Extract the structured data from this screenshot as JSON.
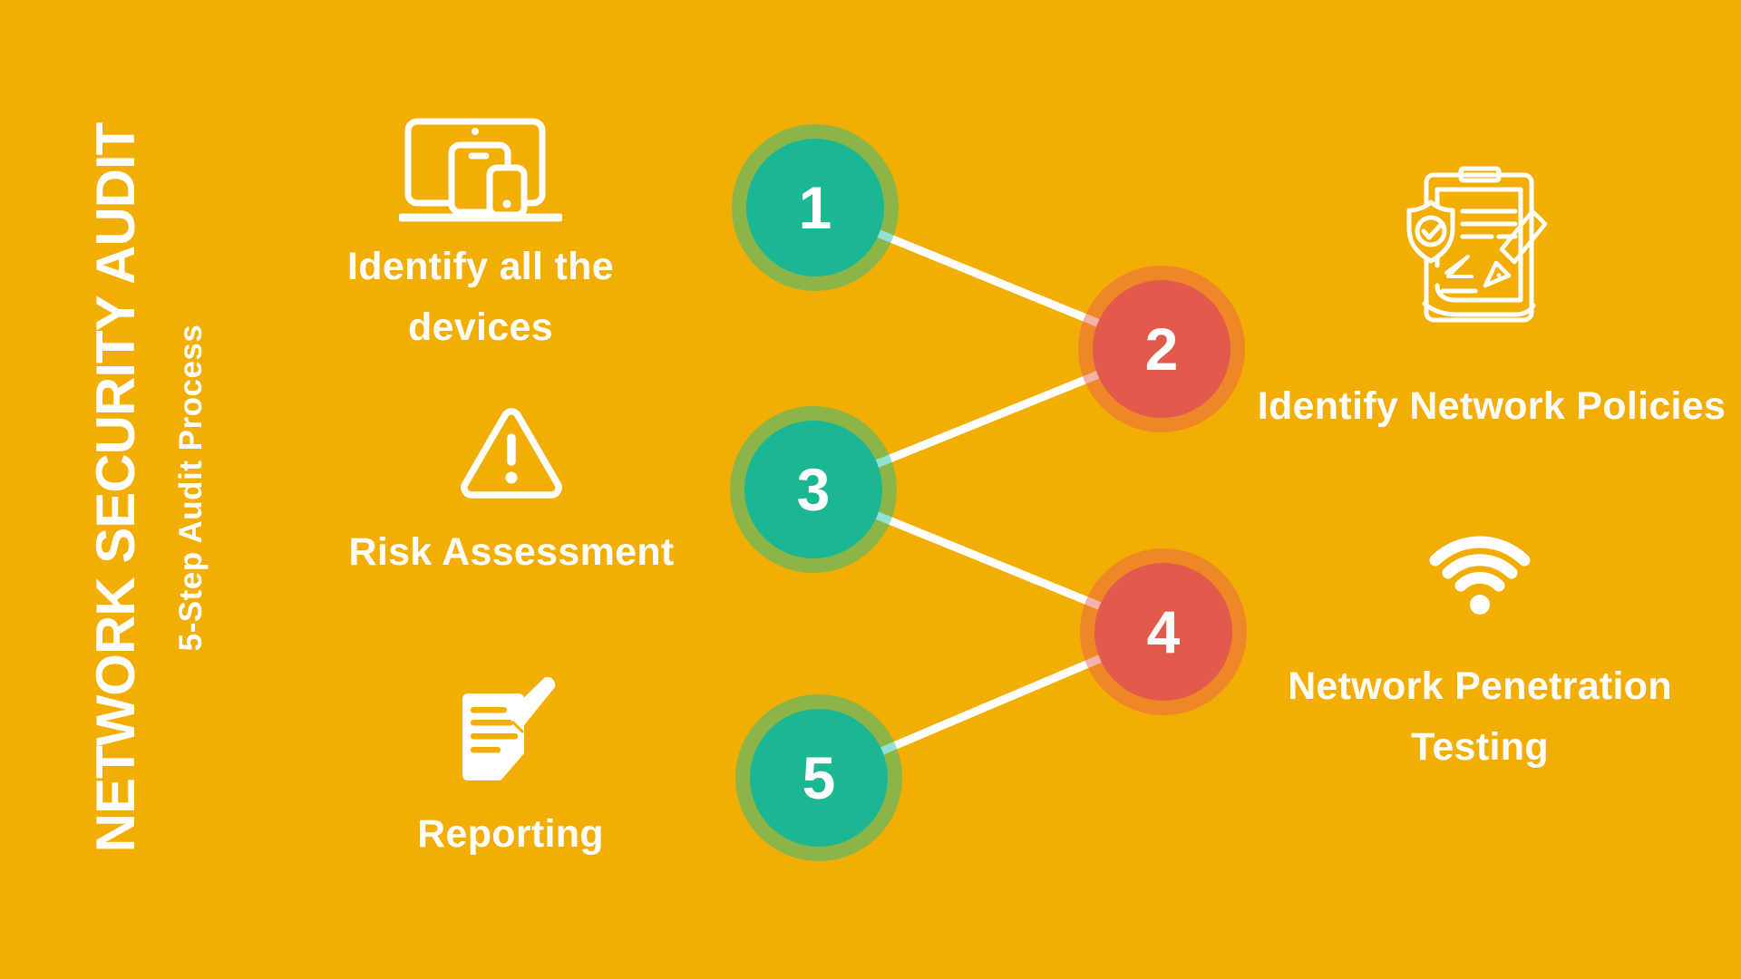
{
  "title": "NETWORK SECURITY AUDIT",
  "subtitle": "5-Step Audit Process",
  "steps": [
    {
      "number": "1",
      "label": "Identify all the devices",
      "icon": "devices-icon",
      "color_role": "teal"
    },
    {
      "number": "2",
      "label": "Identify Network Policies",
      "icon": "policy-document-icon",
      "color_role": "coral"
    },
    {
      "number": "3",
      "label": "Risk Assessment",
      "icon": "warning-triangle-icon",
      "color_role": "teal"
    },
    {
      "number": "4",
      "label": "Network Penetration Testing",
      "icon": "wifi-icon",
      "color_role": "coral"
    },
    {
      "number": "5",
      "label": "Reporting",
      "icon": "report-writing-icon",
      "color_role": "teal"
    }
  ],
  "colors": {
    "background": "#F2AE04",
    "teal": "#1BB694",
    "coral": "#E15A4B",
    "text": "#FFFFFF",
    "connector": "#FFFFFF"
  }
}
